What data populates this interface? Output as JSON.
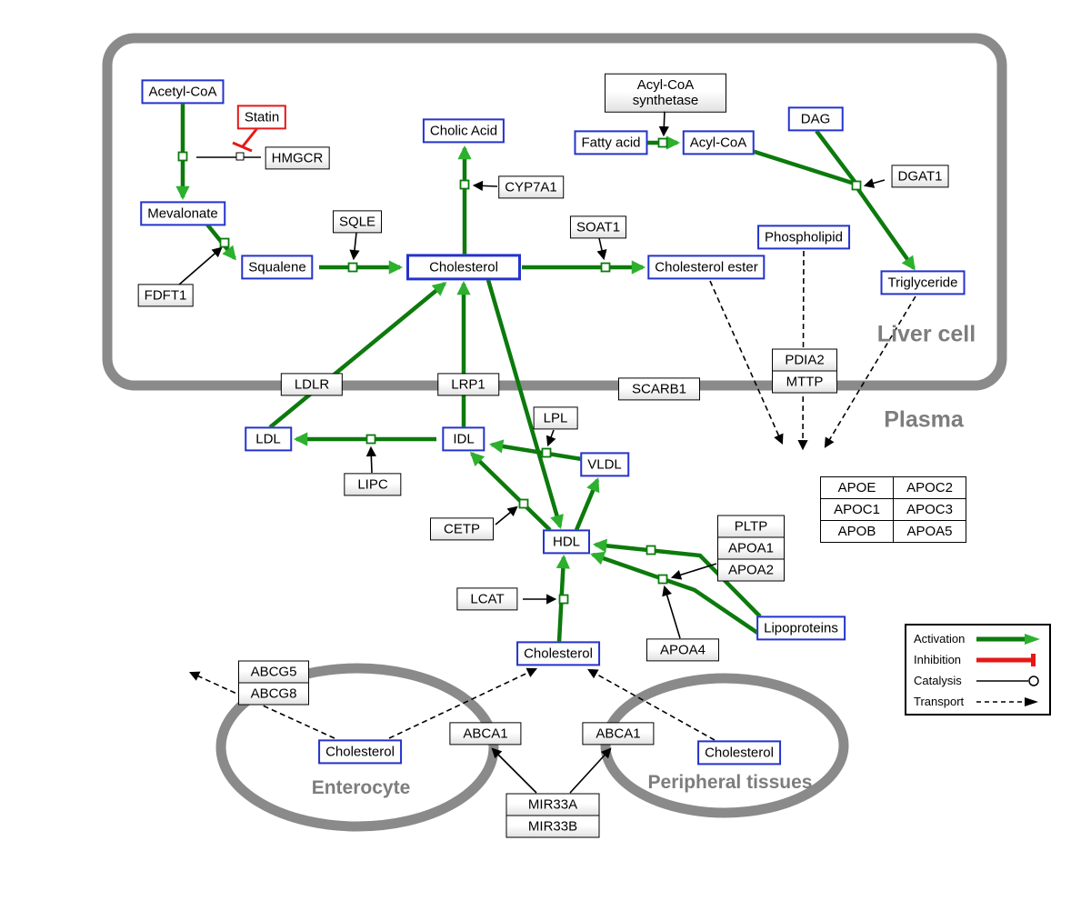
{
  "regions": {
    "liver": "Liver cell",
    "plasma": "Plasma",
    "enterocyte": "Enterocyte",
    "peripheral": "Peripheral tissues"
  },
  "legend": {
    "activation": "Activation",
    "inhibition": "Inhibition",
    "catalysis": "Catalysis",
    "transport": "Transport"
  },
  "colors": {
    "activation_green": "#0c7a0c",
    "inhibition_red": "#e51818",
    "metabolite_border_blue": "#2433cc",
    "membrane_gray": "#8a8a8a"
  },
  "nodes": {
    "acetyl_coa": "Acetyl-CoA",
    "statin": "Statin",
    "hmgcr": "HMGCR",
    "mevalonate": "Mevalonate",
    "fdft1": "FDFT1",
    "squalene": "Squalene",
    "sqle": "SQLE",
    "cholic_acid": "Cholic Acid",
    "cyp7a1": "CYP7A1",
    "cholesterol_liver": "Cholesterol",
    "soat1": "SOAT1",
    "cholesterol_ester": "Cholesterol ester",
    "acyl_coa_synthetase_line1": "Acyl-CoA",
    "acyl_coa_synthetase_line2": "synthetase",
    "fatty_acid": "Fatty acid",
    "acyl_coa": "Acyl-CoA",
    "dag": "DAG",
    "dgat1": "DGAT1",
    "phospholipid": "Phospholipid",
    "triglyceride": "Triglyceride",
    "ldlr": "LDLR",
    "lrp1": "LRP1",
    "scarb1": "SCARB1",
    "pdia2": "PDIA2",
    "mttp": "MTTP",
    "ldl": "LDL",
    "idl": "IDL",
    "lipc": "LIPC",
    "lpl": "LPL",
    "vldl": "VLDL",
    "cetp": "CETP",
    "hdl": "HDL",
    "lcat": "LCAT",
    "pltp": "PLTP",
    "apoa1": "APOA1",
    "apoa2": "APOA2",
    "apoa4": "APOA4",
    "lipoproteins": "Lipoproteins",
    "cholesterol_plasma": "Cholesterol",
    "apoe": "APOE",
    "apoc2": "APOC2",
    "apoc1": "APOC1",
    "apoc3": "APOC3",
    "apob": "APOB",
    "apoa5": "APOA5",
    "abcg5": "ABCG5",
    "abcg8": "ABCG8",
    "cholesterol_enterocyte": "Cholesterol",
    "abca1_enterocyte": "ABCA1",
    "abca1_peripheral": "ABCA1",
    "cholesterol_peripheral": "Cholesterol",
    "mir33a": "MIR33A",
    "mir33b": "MIR33B"
  }
}
